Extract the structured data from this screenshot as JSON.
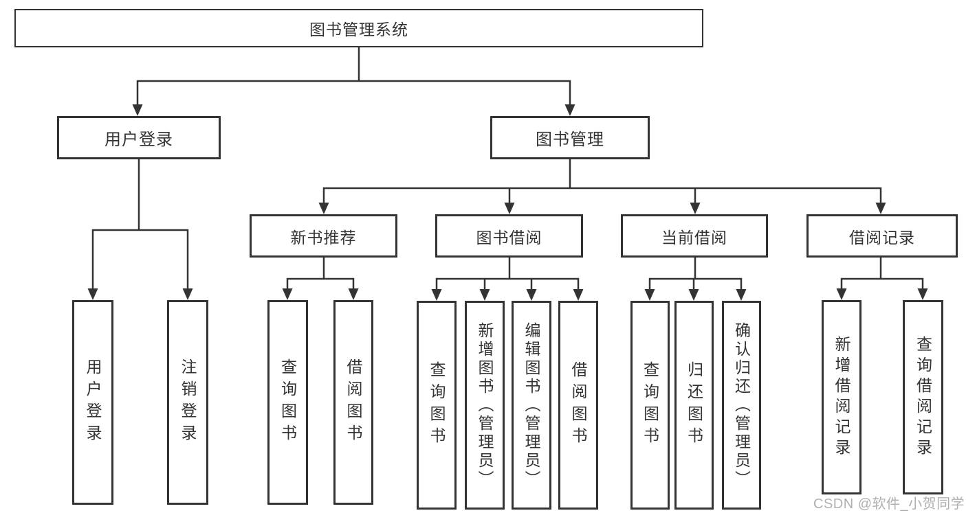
{
  "colors": {
    "line": "#333333",
    "text": "#333333",
    "watermark": "#b0b0b0",
    "background": "#ffffff",
    "box_background": "#ffffff"
  },
  "watermark": {
    "text": "CSDN @软件_小贺同学"
  },
  "tree": {
    "root": {
      "label": "图书管理系统",
      "children": [
        {
          "label": "用户登录",
          "children": [
            {
              "label": "用户登录"
            },
            {
              "label": "注销登录"
            }
          ]
        },
        {
          "label": "图书管理",
          "children": [
            {
              "label": "新书推荐",
              "children": [
                {
                  "label": "查询图书"
                },
                {
                  "label": "借阅图书"
                }
              ]
            },
            {
              "label": "图书借阅",
              "children": [
                {
                  "label": "查询图书"
                },
                {
                  "label": "新增图书（管理员）"
                },
                {
                  "label": "编辑图书（管理员）"
                },
                {
                  "label": "借阅图书"
                }
              ]
            },
            {
              "label": "当前借阅",
              "children": [
                {
                  "label": "查询图书"
                },
                {
                  "label": "归还图书"
                },
                {
                  "label": "确认归还（管理员）"
                }
              ]
            },
            {
              "label": "借阅记录",
              "children": [
                {
                  "label": "新增借阅记录"
                },
                {
                  "label": "查询借阅记录"
                }
              ]
            }
          ]
        }
      ]
    }
  }
}
